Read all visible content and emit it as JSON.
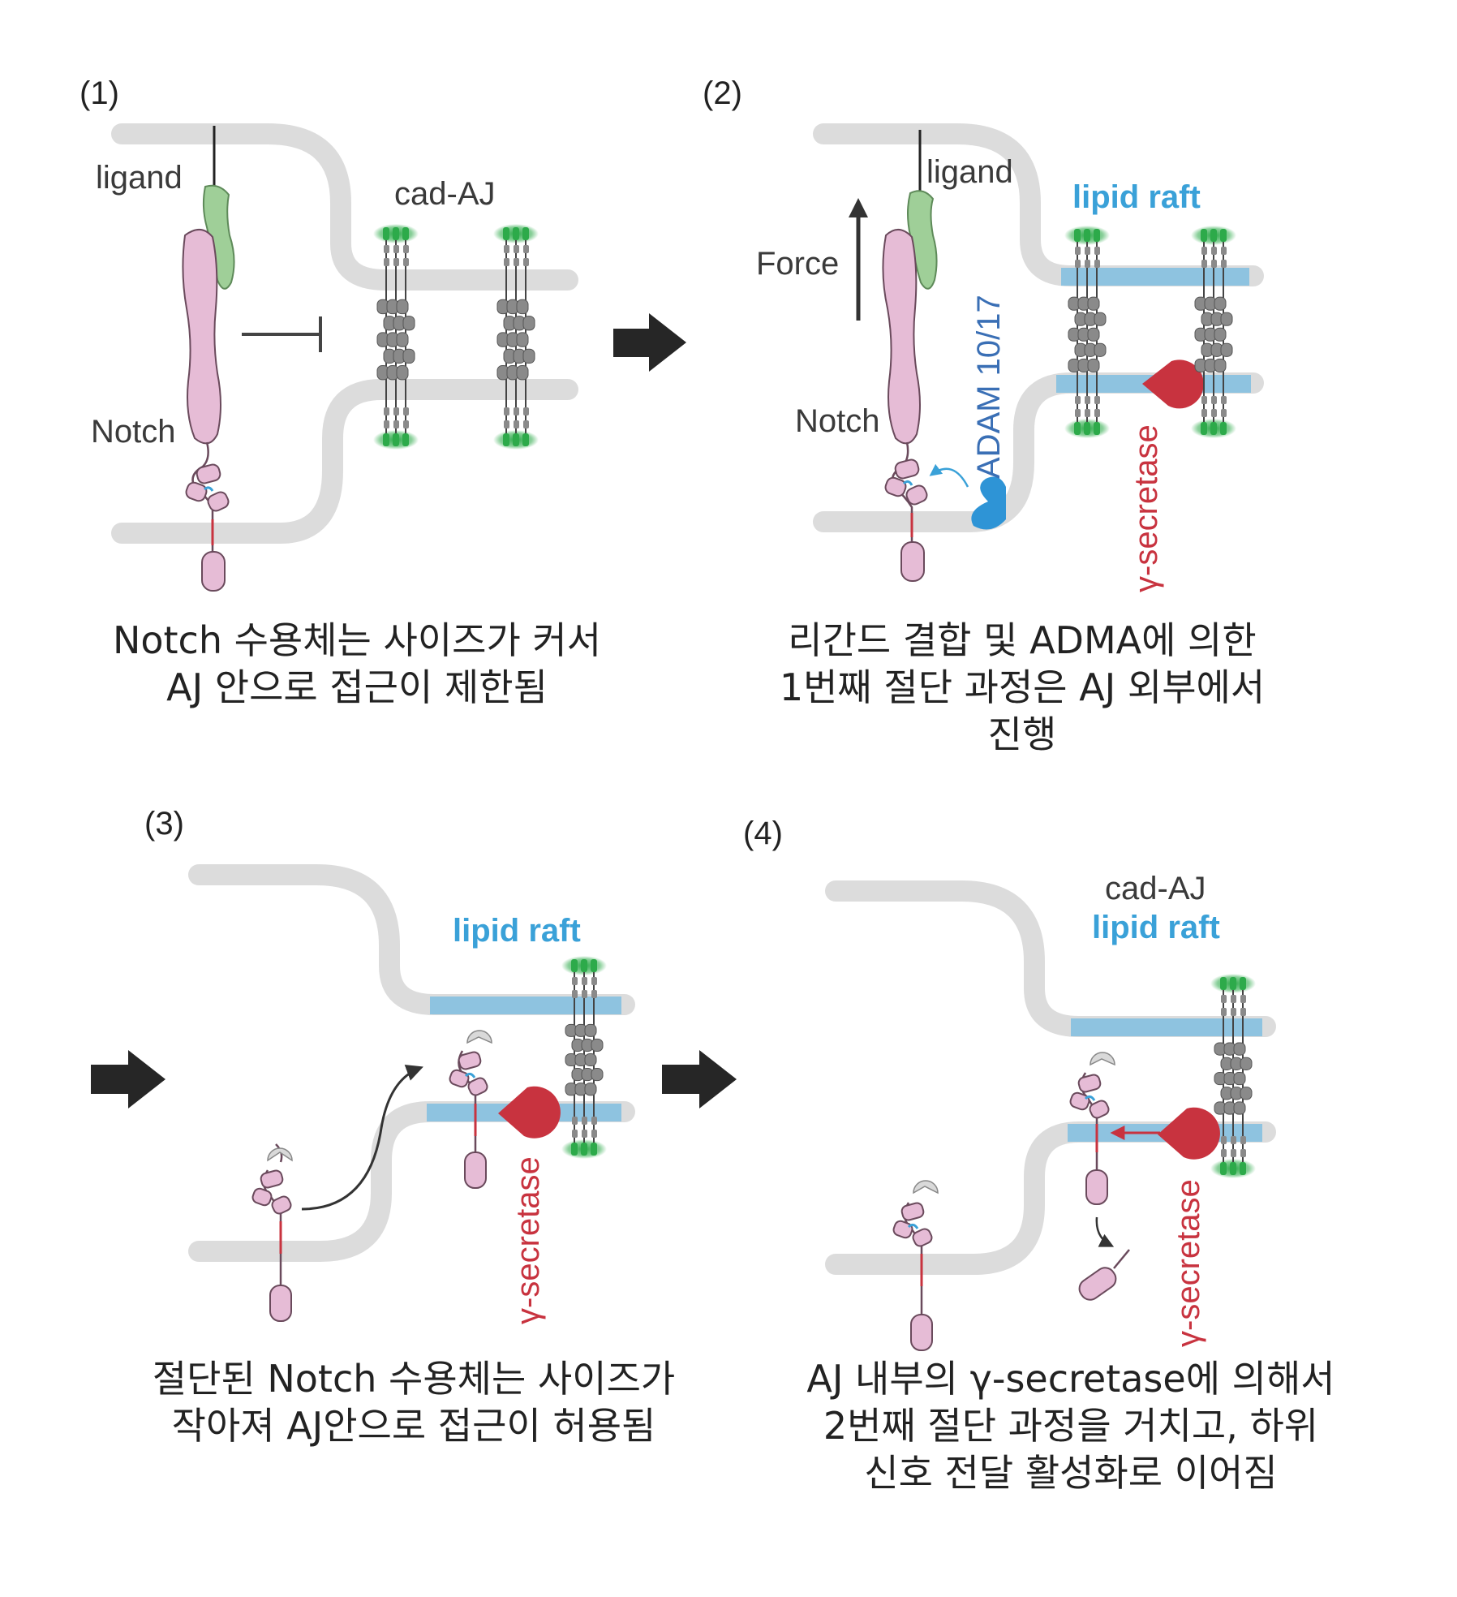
{
  "panels": [
    {
      "number": "(1)",
      "labels": {
        "ligand": "ligand",
        "cadAJ": "cad-AJ",
        "notch": "Notch"
      },
      "caption": "Notch 수용체는 사이즈가 커서\nAJ 안으로 접근이 제한됨"
    },
    {
      "number": "(2)",
      "labels": {
        "ligand": "ligand",
        "lipid_raft": "lipid raft",
        "force": "Force",
        "notch": "Notch",
        "adam": "ADAM 10/17",
        "gamma_secretase": "γ-secretase"
      },
      "caption": "리간드 결합 및 ADMA에 의한\n1번째 절단 과정은 AJ 외부에서\n진행"
    },
    {
      "number": "(3)",
      "labels": {
        "lipid_raft": "lipid raft",
        "gamma_secretase": "γ-secretase"
      },
      "caption": "절단된 Notch 수용체는 사이즈가\n작아져 AJ안으로 접근이 허용됨"
    },
    {
      "number": "(4)",
      "labels": {
        "cadAJ": "cad-AJ",
        "lipid_raft": "lipid raft",
        "gamma_secretase": "γ-secretase"
      },
      "caption": "AJ 내부의 γ-secretase에 의해서\n2번째 절단 과정을 거치고, 하위\n신호 전달 활성화로 이어짐"
    }
  ],
  "colors": {
    "membrane": "#dcdcdc",
    "notch": "#e6bcd6",
    "notch_stroke": "#6a4a5c",
    "ligand": "#9fcf98",
    "ligand_stroke": "#5e8a59",
    "adam": "#2e94d6",
    "secretase": "#c8333f",
    "lipid_raft": "#8ec3e0",
    "raft_text": "#3aa1d8",
    "cadherin": "#8a8a8a",
    "cadherin_head": "#2daa4a",
    "arrow": "#262626"
  },
  "icons": [
    "block-arrow-icon",
    "inhibition-icon",
    "curved-arrow-icon",
    "up-arrow-icon"
  ]
}
